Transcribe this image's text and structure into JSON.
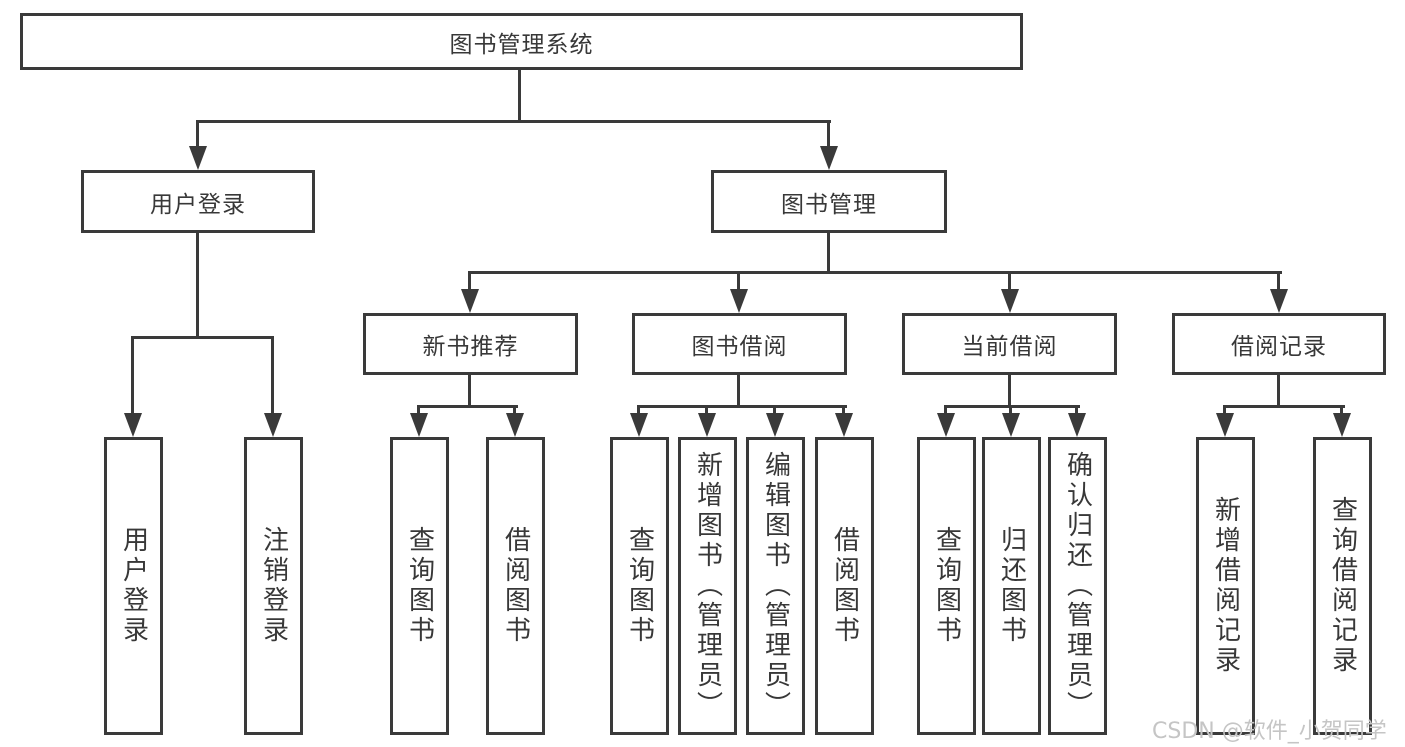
{
  "diagram": {
    "title_node": "图书管理系统",
    "level2": {
      "user_login_group": "用户登录",
      "book_management": "图书管理"
    },
    "level3": {
      "new_book_recommend": "新书推荐",
      "book_borrowing": "图书借阅",
      "current_borrowing": "当前借阅",
      "borrowing_records": "借阅记录"
    },
    "leaves": {
      "user_login": "用户登录",
      "logout": "注销登录",
      "rec_query_books": "查询图书",
      "rec_borrow_books": "借阅图书",
      "bb_query_books": "查询图书",
      "bb_add_books": "新增图书（管理员）",
      "bb_edit_books": "编辑图书（管理员）",
      "bb_borrow_books": "借阅图书",
      "cb_query_books": "查询图书",
      "cb_return_books": "归还图书",
      "cb_confirm_return": "确认归还（管理员）",
      "br_add_record": "新增借阅记录",
      "br_query_record": "查询借阅记录"
    }
  },
  "watermark": "CSDN @软件_小贺同学",
  "colors": {
    "line": "#3a3a3a",
    "text": "#383838",
    "watermark": "#c5c5c5",
    "background": "#ffffff"
  }
}
